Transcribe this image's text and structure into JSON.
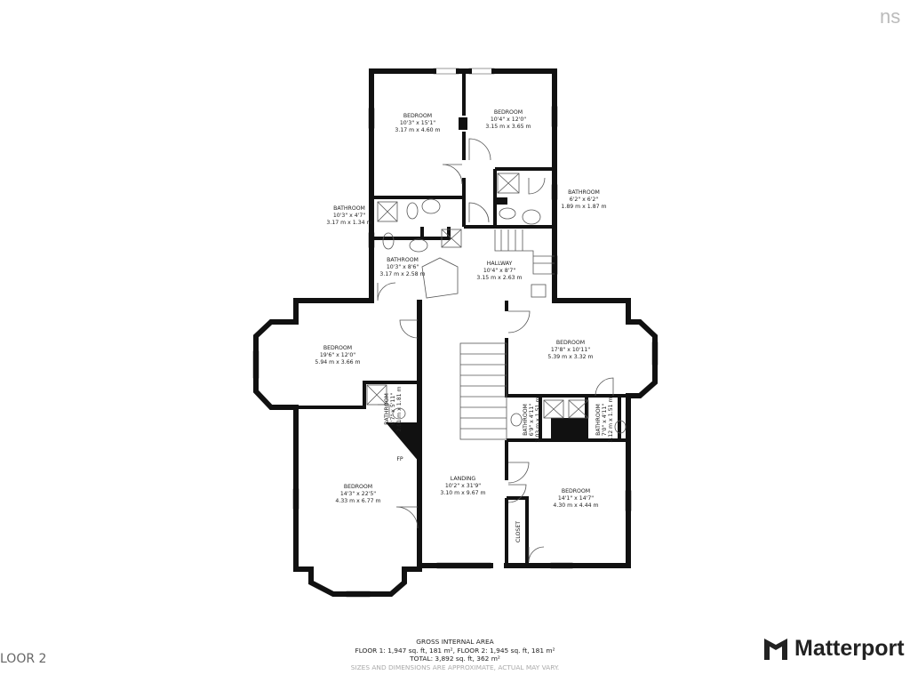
{
  "brand": {
    "top_logo": "ns",
    "footer_logo": "Matterport",
    "accent": "#222222"
  },
  "floor_label": "LOOR 2",
  "rooms": [
    {
      "name": "BEDROOM",
      "imperial": "10'3\" x 15'1\"",
      "metric": "3.17 m x 4.60 m"
    },
    {
      "name": "BEDROOM",
      "imperial": "10'4\" x 12'0\"",
      "metric": "3.15 m x 3.65 m"
    },
    {
      "name": "BATHROOM",
      "imperial": "6'2\" x 6'2\"",
      "metric": "1.89 m x 1.87 m"
    },
    {
      "name": "BATHROOM",
      "imperial": "10'3\" x 4'7\"",
      "metric": "3.17 m x 1.34 m"
    },
    {
      "name": "BATHROOM",
      "imperial": "10'3\" x 8'6\"",
      "metric": "3.17 m x 2.58 m"
    },
    {
      "name": "HALLWAY",
      "imperial": "10'4\" x 8'7\"",
      "metric": "3.15 m x 2.63 m"
    },
    {
      "name": "BEDROOM",
      "imperial": "19'6\" x 12'0\"",
      "metric": "5.94 m x 3.66 m"
    },
    {
      "name": "BEDROOM",
      "imperial": "17'8\" x 10'11\"",
      "metric": "5.39 m x 3.32 m"
    },
    {
      "name": "BATHROOM",
      "imperial": "6'7\" x 5'11\"",
      "metric": "2.01 m x 1.81 m"
    },
    {
      "name": "BATHROOM",
      "imperial": "6'9\" x 4'11\"",
      "metric": "2.03 m x 1.51 m"
    },
    {
      "name": "BATHROOM",
      "imperial": "7'0\" x 4'11\"",
      "metric": "2.12 m x 1.51 m"
    },
    {
      "name": "BEDROOM",
      "imperial": "14'3\" x 22'5\"",
      "metric": "4.33 m x 6.77 m"
    },
    {
      "name": "LANDING",
      "imperial": "10'2\" x 31'9\"",
      "metric": "3.10 m x 9.67 m"
    },
    {
      "name": "BEDROOM",
      "imperial": "14'1\" x 14'7\"",
      "metric": "4.30 m x 4.44 m"
    }
  ],
  "fixtures": {
    "fireplace": "FP",
    "closet": "CLOSET"
  },
  "footer": {
    "heading": "GROSS INTERNAL AREA",
    "floors": "FLOOR 1: 1,947 sq. ft, 181 m², FLOOR 2: 1,945 sq. ft, 181 m²",
    "total": "TOTAL: 3,892 sq. ft, 362 m²",
    "note": "SIZES AND DIMENSIONS ARE APPROXIMATE, ACTUAL MAY VARY."
  }
}
